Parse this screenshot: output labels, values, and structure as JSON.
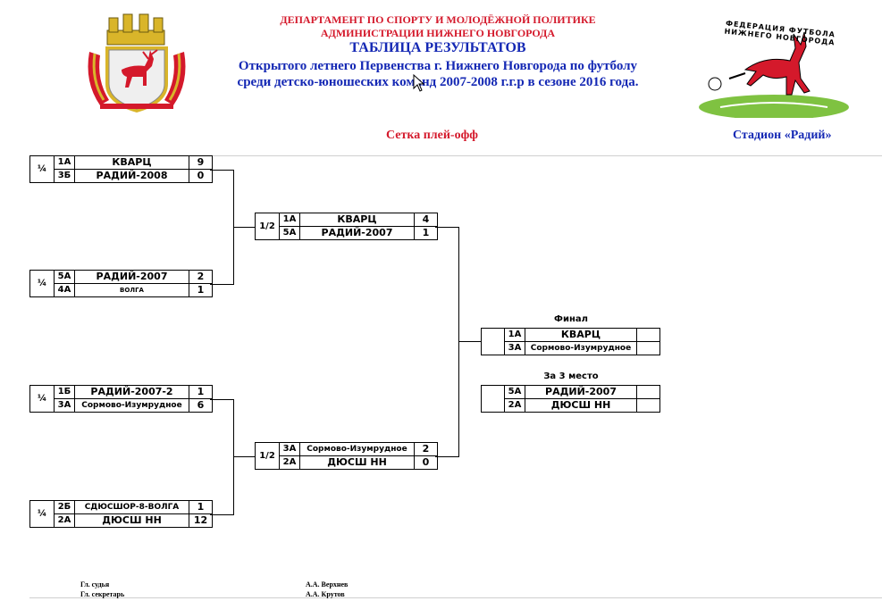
{
  "header": {
    "line1": "ДЕПАРТАМЕНТ ПО СПОРТУ И МОЛОДЁЖНОЙ ПОЛИТИКЕ",
    "line2": "АДМИНИСТРАЦИИ НИЖНЕГО НОВГОРОДА",
    "title": "ТАБЛИЦА РЕЗУЛЬТАТОВ",
    "line3": "Открытого летнего Первенства г. Нижнего Новгорода по футболу",
    "line4": "среди детско-юношеских команд 2007-2008 г.г.р в сезоне 2016 года."
  },
  "logos": {
    "left": "coat-of-arms-nizhny-novgorod",
    "right_text": "ФЕДЕРАЦИЯ ФУТБОЛА НИЖНЕГО НОВГОРОДА"
  },
  "subheader": {
    "left": "Сетка плей-офф",
    "right": "Стадион «Радий»"
  },
  "colors": {
    "red": "#d4192b",
    "blue": "#1428b4"
  },
  "bracket": {
    "qf": [
      {
        "round": "¼",
        "teams": [
          {
            "seed": "1А",
            "name": "КВАРЦ",
            "score": "9"
          },
          {
            "seed": "3Б",
            "name": "РАДИЙ-2008",
            "score": "0"
          }
        ]
      },
      {
        "round": "¼",
        "teams": [
          {
            "seed": "5А",
            "name": "РАДИЙ-2007",
            "score": "2"
          },
          {
            "seed": "4А",
            "name": "ВОЛГА",
            "score": "1"
          }
        ]
      },
      {
        "round": "¼",
        "teams": [
          {
            "seed": "1Б",
            "name": "РАДИЙ-2007-2",
            "score": "1"
          },
          {
            "seed": "3А",
            "name": "Сормово-Изумрудное",
            "score": "6"
          }
        ]
      },
      {
        "round": "¼",
        "teams": [
          {
            "seed": "2Б",
            "name": "СДЮСШОР-8-ВОЛГА",
            "score": "1"
          },
          {
            "seed": "2А",
            "name": "ДЮСШ НН",
            "score": "12"
          }
        ]
      }
    ],
    "sf": [
      {
        "round": "1/2",
        "teams": [
          {
            "seed": "1А",
            "name": "КВАРЦ",
            "score": "4"
          },
          {
            "seed": "5А",
            "name": "РАДИЙ-2007",
            "score": "1"
          }
        ]
      },
      {
        "round": "1/2",
        "teams": [
          {
            "seed": "3А",
            "name": "Сормово-Изумрудное",
            "score": "2"
          },
          {
            "seed": "2А",
            "name": "ДЮСШ НН",
            "score": "0"
          }
        ]
      }
    ],
    "final": {
      "label": "Финал",
      "teams": [
        {
          "seed": "1А",
          "name": "КВАРЦ",
          "score": ""
        },
        {
          "seed": "3А",
          "name": "Сормово-Изумрудное",
          "score": ""
        }
      ]
    },
    "third": {
      "label": "За 3 место",
      "teams": [
        {
          "seed": "5А",
          "name": "РАДИЙ-2007",
          "score": ""
        },
        {
          "seed": "2А",
          "name": "ДЮСШ НН",
          "score": ""
        }
      ]
    }
  },
  "officials": {
    "chief_judge_label": "Гл. судья",
    "chief_judge_name": "А.А. Верхнев",
    "secretary_label": "Гл. секретарь",
    "secretary_name": "А.А. Крутов"
  }
}
